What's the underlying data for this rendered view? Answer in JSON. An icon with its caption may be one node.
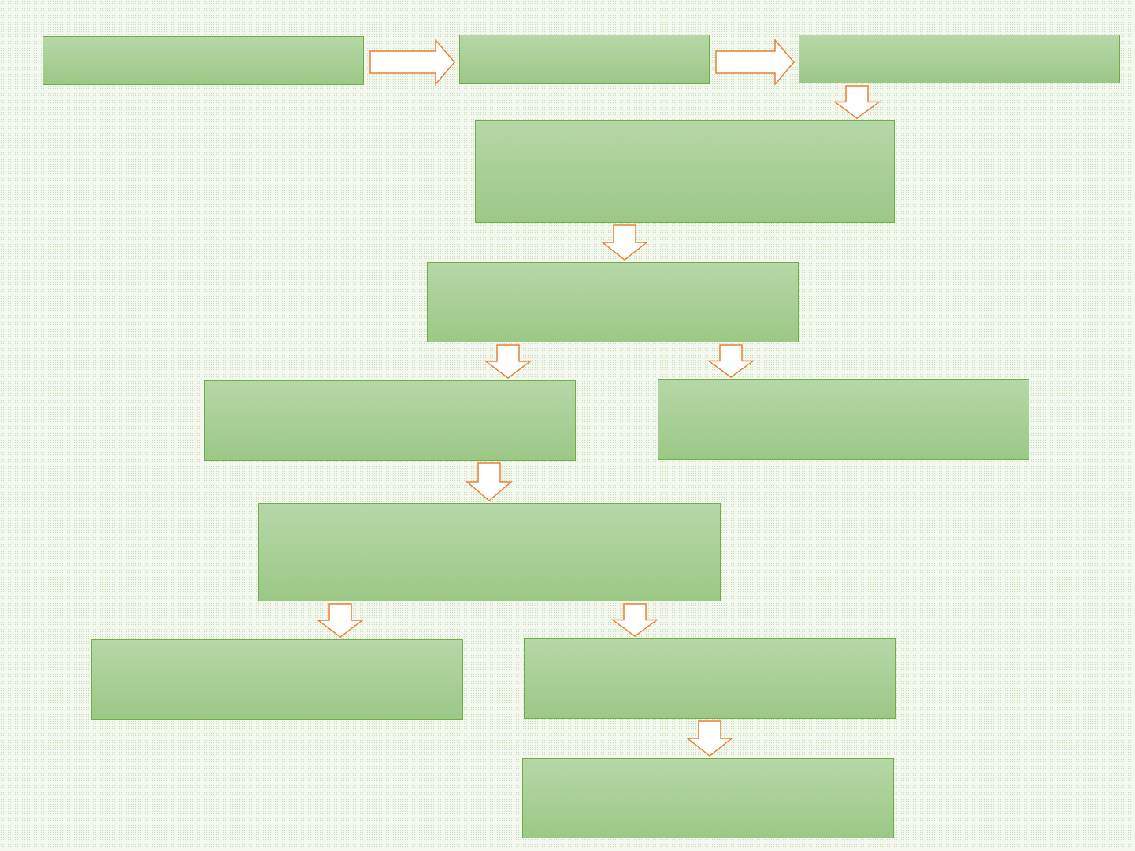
{
  "diagram": {
    "nodes": [
      {
        "text": [],
        "shape": "box"
      },
      {
        "text": [],
        "shape": "box"
      },
      {
        "text": [],
        "shape": "box"
      },
      {
        "text": [],
        "shape": "box"
      },
      {
        "text": [],
        "shape": "box"
      },
      {
        "text": [],
        "shape": "box"
      },
      {
        "text": [],
        "shape": "box"
      },
      {
        "text": [],
        "shape": "box"
      },
      {
        "text": [],
        "shape": "box"
      },
      {
        "text": [],
        "shape": "box"
      },
      {
        "text": [],
        "shape": "box"
      }
    ],
    "edges": [
      {
        "from": 0,
        "to": 1,
        "arrow": "to"
      },
      {
        "from": 1,
        "to": 2,
        "arrow": "to"
      },
      {
        "from": 2,
        "to": 3,
        "arrow": "to"
      },
      {
        "from": 3,
        "to": 4,
        "arrow": "to"
      },
      {
        "from": 4,
        "to": 5,
        "arrow": "to"
      },
      {
        "from": 4,
        "to": 6,
        "arrow": "to"
      },
      {
        "from": 5,
        "to": 7,
        "arrow": "to"
      },
      {
        "from": 7,
        "to": 8,
        "arrow": "to"
      },
      {
        "from": 7,
        "to": 9,
        "arrow": "to"
      },
      {
        "from": 9,
        "to": 10,
        "arrow": "to"
      }
    ]
  }
}
